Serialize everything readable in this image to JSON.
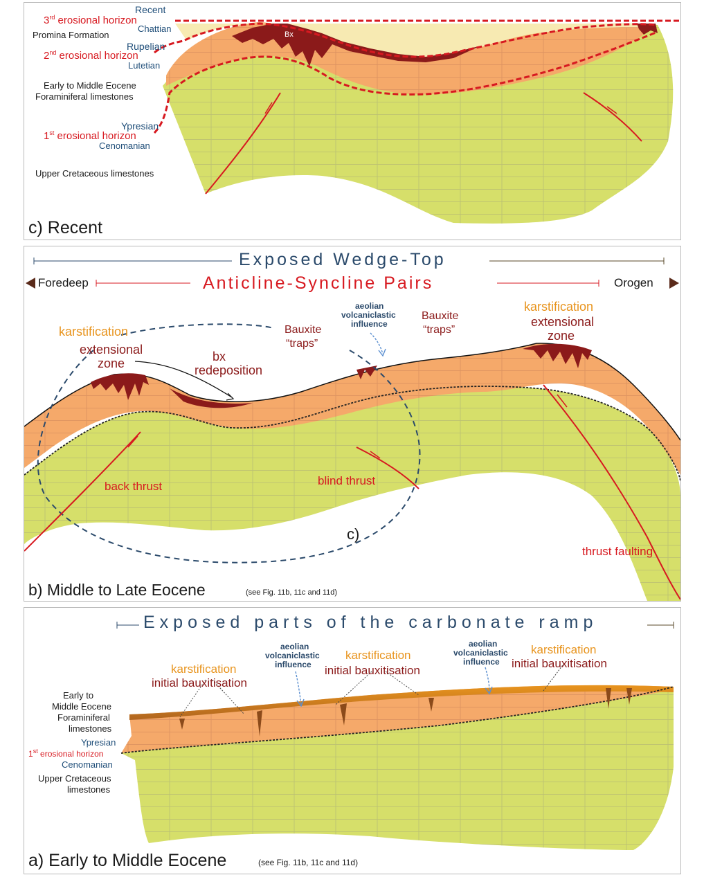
{
  "panel_c": {
    "label": "c) Recent",
    "bx": "Bx",
    "recent": "Recent",
    "horizon3_num": "3",
    "horizon3_sup": "rd",
    "horizon3_text": " erosional horizon",
    "chattian": "Chattian",
    "promina": "Promina Formation",
    "rupelian": "Rupelian",
    "horizon2_num": "2",
    "horizon2_sup": "nd",
    "horizon2_text": " erosional horizon",
    "lutetian": "Lutetian",
    "eocene_line1": "Early to Middle Eocene",
    "eocene_line2": "Foraminiferal limestones",
    "ypresian": "Ypresian",
    "horizon1_num": "1",
    "horizon1_sup": "st",
    "horizon1_text": " erosional horizon",
    "cenomanian": "Cenomanian",
    "cretaceous": "Upper Cretaceous limestones"
  },
  "panel_b": {
    "label": "b) Middle to Late Eocene",
    "see_fig": "(see Fig. 11b, 11c and 11d)",
    "exposed_wedge_top": "Exposed Wedge-Top",
    "foredeep": "Foredeep",
    "orogen": "Orogen",
    "anticline_syncline": "Anticline-Syncline Pairs",
    "karstification": "karstification",
    "extensional": "extensional",
    "zone": "zone",
    "bx": "bx",
    "redeposition": "redeposition",
    "bauxite_traps_1a": "Bauxite",
    "bauxite_traps_1b": "“traps”",
    "aeolian_1": "aeolian",
    "aeolian_2": "volcaniclastic",
    "aeolian_3": "influence",
    "bauxite_traps_2a": "Bauxite",
    "bauxite_traps_2b": "“traps”",
    "karst_right": "karstification",
    "extensional_right": "extensional",
    "zone_right": "zone",
    "back_thrust": "back thrust",
    "blind_thrust": "blind thrust",
    "c_label": "c)",
    "thrust_faulting": "thrust faulting"
  },
  "panel_a": {
    "label": "a) Early to Middle Eocene",
    "see_fig": "(see Fig. 11b, 11c and 11d)",
    "exposed_ramp": "Exposed parts of the carbonate ramp",
    "aeolian1_1": "aeolian",
    "aeolian1_2": "volcaniclastic",
    "aeolian1_3": "influence",
    "karst1": "karstification",
    "bauxit1": "initial bauxitisation",
    "karst2": "karstification",
    "bauxit2": "initial bauxitisation",
    "aeolian2_1": "aeolian",
    "aeolian2_2": "volcaniclastic",
    "aeolian2_3": "influence",
    "karst3": "karstification",
    "bauxit3": "initial bauxitisation",
    "eocene_1": "Early to",
    "eocene_2": "Middle Eocene",
    "eocene_3": "Foraminiferal",
    "eocene_4": "limestones",
    "ypresian": "Ypresian",
    "horizon1_num": "1",
    "horizon1_sup": "st",
    "horizon1_text": " erosional horizon",
    "cenomanian": "Cenomanian",
    "cretaceous_1": "Upper Cretaceous",
    "cretaceous_2": "limestones"
  },
  "colors": {
    "cretaceous_green": "#d6df6a",
    "eocene_orange": "#f5a96a",
    "bauxite_red": "#8b1a1a",
    "promina_yellow": "#f7eab2",
    "horizon_red": "#d71920",
    "title_navy": "#2b4a6b",
    "karst_orange": "#e8941e"
  }
}
